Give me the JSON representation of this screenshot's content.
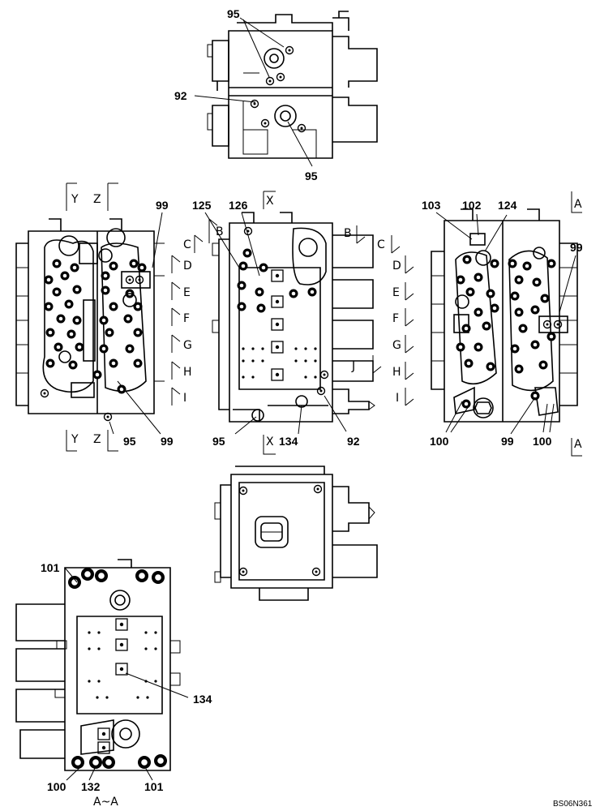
{
  "drawing_id": "BS06N361",
  "section_letters": {
    "a": "A",
    "b": "B",
    "c": "C",
    "d": "D",
    "e": "E",
    "f": "F",
    "g": "G",
    "h": "H",
    "i": "I",
    "j": "J",
    "x": "X",
    "y": "Y",
    "z": "Z",
    "aa": "A~A"
  },
  "part_numbers": {
    "p92": "92",
    "p95": "95",
    "p99": "99",
    "p100": "100",
    "p101": "101",
    "p102": "102",
    "p103": "103",
    "p124": "124",
    "p125": "125",
    "p126": "126",
    "p132": "132",
    "p134": "134"
  }
}
